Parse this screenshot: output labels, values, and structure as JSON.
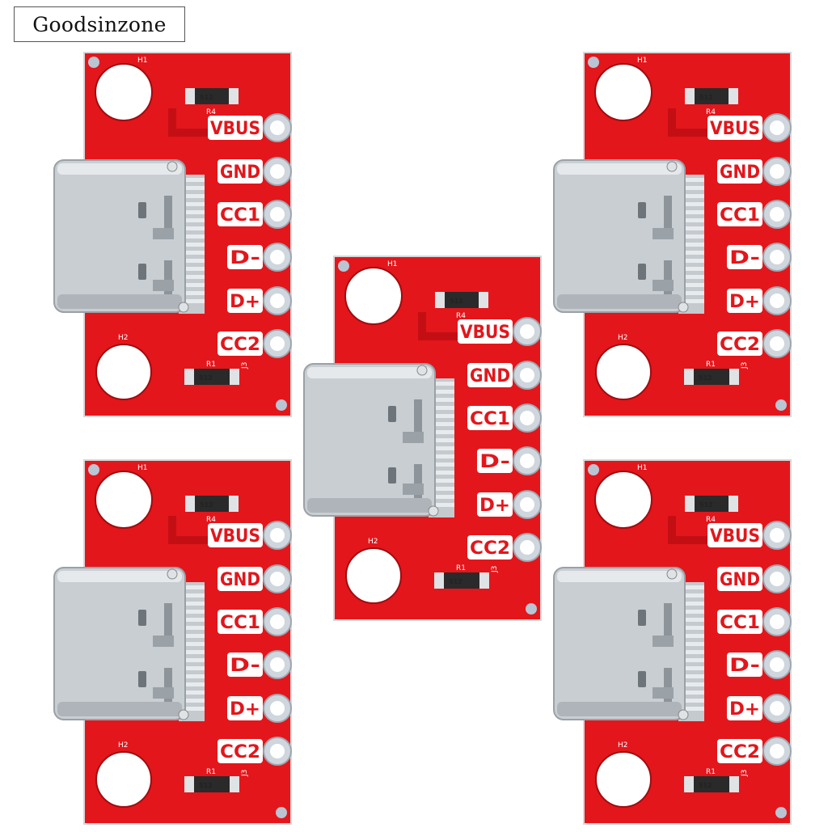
{
  "brand": {
    "name": "Goodsinzone"
  },
  "colors": {
    "pcb_red": "#e3161b",
    "pcb_dark": "#c30f14",
    "connector_silver": "#c9ced3",
    "pad_silver": "#cfd6dd"
  },
  "board": {
    "pins": [
      "VBUS",
      "GND",
      "CC1",
      "D-",
      "D+",
      "CC2"
    ],
    "holes": {
      "top": "H1",
      "bottom": "H2"
    },
    "resistors": {
      "top_ref": "R4",
      "top_value": "512",
      "bottom_ref": "R1",
      "bottom_value": "512"
    },
    "connector_ref": "J3"
  },
  "boards": [
    {
      "id": "top-left"
    },
    {
      "id": "center"
    },
    {
      "id": "top-right"
    },
    {
      "id": "bottom-left"
    },
    {
      "id": "bottom-right"
    }
  ]
}
